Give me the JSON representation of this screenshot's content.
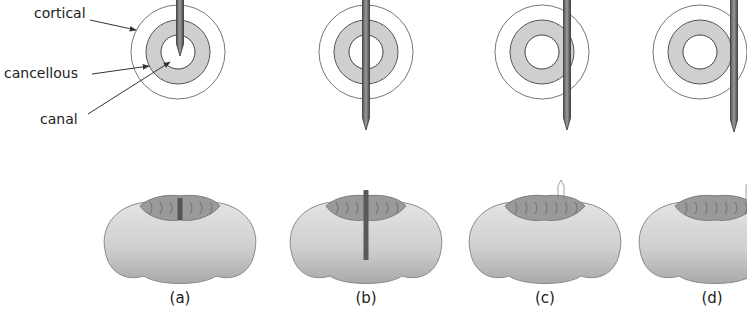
{
  "diagram": {
    "labels": [
      "cortical",
      "cancellous",
      "canal",
      "(a)",
      "(b)",
      "(c)",
      "(d)"
    ]
  }
}
